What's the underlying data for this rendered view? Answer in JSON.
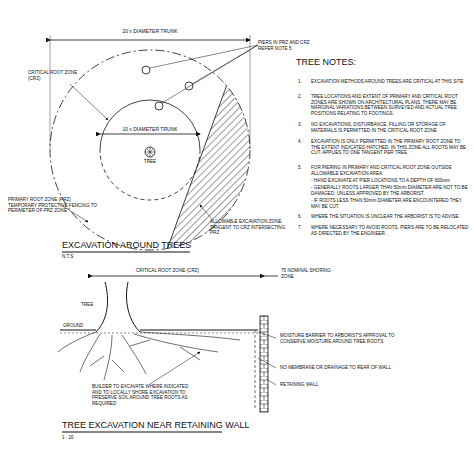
{
  "diagram": {
    "labels": [
      "20 x DIAMETER TRUNK",
      "PIERS IN PRZ AND CRZ REFER NOTE 5",
      "CRITICAL ROOT ZONE (CRZ)",
      "10 x DIAMETER TRUNK",
      "TREE",
      "PRIMARY ROOT ZONE (PRZ) TEMPORARY PROTECTIVE FENCING TO PERIMETER OF PRZ ZONE",
      "ALLOWABLE EXCAVATION ZONE TANGENT TO CRZ INTERSECTING PRZ",
      "EXCAVATION AROUND TREES",
      "N.T.S",
      "TREE NOTES:",
      "1.",
      "EXCAVATION METHODS AROUND TREES ARE CRITICAL AT THIS SITE",
      "2.",
      "TREE LOCATIONS AND EXTENT OF PRIMARY AND CRITICAL ROOT ZONES ARE SHOWN ON ARCHITECTURAL PLANS. THERE MAY BE MARGINAL VARIATIONS BETWEEN SURVEYED AND ACTUAL TREE POSITIONS RELATING TO FOOTINGS.",
      "3.",
      "NO EXCAVATIONS, DISTURBANCE, FILLING OR STORAGE OF MATERIALS IS PERMITTED IN THE CRITICAL ROOT ZONE",
      "4.",
      "EXCAVATION IS ONLY PERMITTED IN THE PRIMARY ROOT ZONE TO THE EXTENT INDICATED HATCHED. IN THIS ZONE ALL ROOTS MAY BE CUT. APPLIES TO ONE TANGENT PER TREE.",
      "5.",
      "FOR PIERING IN PRIMARY AND CRITICAL ROOT ZONE OUTSIDE ALLOWABLE EXCAVATION AREA:",
      "- HAND EXCAVATE AT PIER LOCATIONS TO A DEPTH OF 600mm",
      "- GENERALLY ROOTS LARGER THAN 50mm DIAMETER ARE NOT TO BE DAMAGED. UNLESS APPROVED BY THE ARBORIST.",
      "- IF ROOTS LESS THAN 50mm DIAMETER ARE ENCOUNTERED THEY MAY BE CUT.",
      "6.",
      "WHERE THE SITUATION IS UNCLEAR THE ARBORIST IS TO ADVISE.",
      "7.",
      "WHERE NECESSARY TO AVOID ROOTS, PIERS ARE TO BE RELOCATED AS DIRECTED BY THE ENGINEER.",
      "CRITICAL ROOT ZONE (CRZ)",
      "75 NOMINAL SHORING ZONE",
      "TREE",
      "GROUND",
      "MOISTURE BARRIER TO ARBORIST'S APPROVAL TO CONSERVE MOISTURE AROUND TREE ROOTS",
      "NO MEMBRANE OR DRAINAGE TO REAR OF WALL",
      "RETAINING WALL",
      "BUILDER TO EXCAVATE WHERE INDICATED AND TO LOCALLY SHORE EXCAVATION TO PRESERVE SOIL AROUND TREE ROOTS AS REQUIRED",
      "TREE EXCAVATION NEAR RETAINING WALL",
      "1 : 20"
    ]
  }
}
